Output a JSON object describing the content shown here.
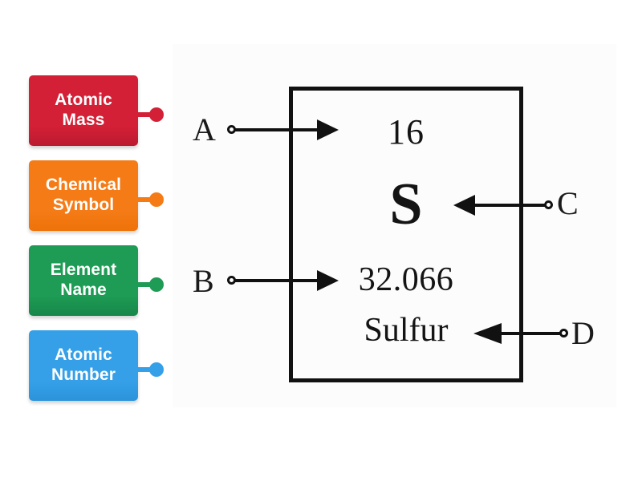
{
  "diagram": {
    "type": "labeled-diagram",
    "subject": "periodic table element tile",
    "background_color": "#ffffff",
    "canvas_color": "#fcfcfc"
  },
  "labels": [
    {
      "id": "atomic-mass",
      "line1": "Atomic",
      "line2": "Mass",
      "color": "#d32036",
      "color_dark": "#bb1b30",
      "dot_color": "#d32036"
    },
    {
      "id": "chemical-symbol",
      "line1": "Chemical",
      "line2": "Symbol",
      "color": "#f47b16",
      "color_dark": "#ef7209",
      "dot_color": "#f47b16"
    },
    {
      "id": "element-name",
      "line1": "Element",
      "line2": "Name",
      "color": "#1e9b54",
      "color_dark": "#17874a",
      "dot_color": "#1e9b54"
    },
    {
      "id": "atomic-number",
      "line1": "Atomic",
      "line2": "Number",
      "color": "#35a0e8",
      "color_dark": "#2b93da",
      "dot_color": "#35a0e8"
    }
  ],
  "element_tile": {
    "atomic_number": "16",
    "chemical_symbol": "S",
    "atomic_mass": "32.066",
    "element_name": "Sulfur",
    "border_color": "#111111"
  },
  "pointers": [
    {
      "id": "a",
      "letter": "A",
      "direction": "right",
      "target": "atomic_number"
    },
    {
      "id": "b",
      "letter": "B",
      "direction": "right",
      "target": "atomic_mass"
    },
    {
      "id": "c",
      "letter": "C",
      "direction": "left",
      "target": "chemical_symbol"
    },
    {
      "id": "d",
      "letter": "D",
      "direction": "left",
      "target": "element_name"
    }
  ]
}
